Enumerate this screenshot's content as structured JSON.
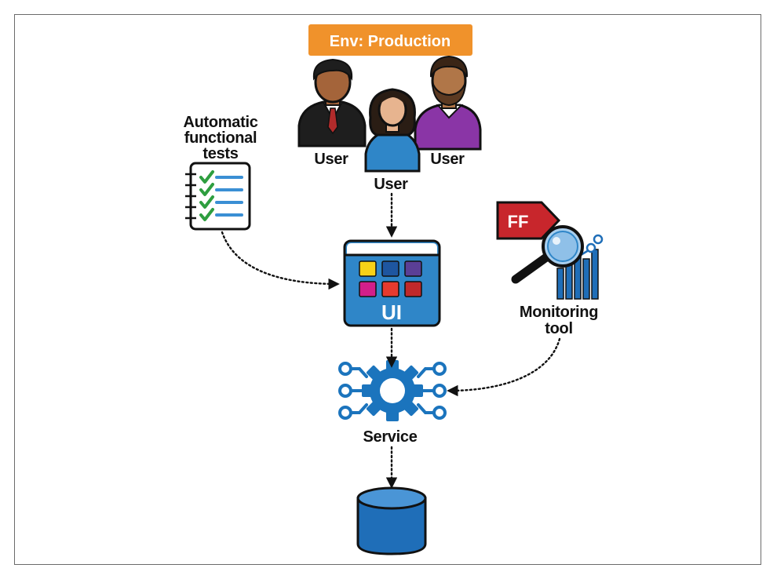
{
  "env_label": "Env: Production",
  "tests_label": [
    "Automatic",
    "functional",
    "tests"
  ],
  "users": [
    {
      "label": "User",
      "role": "man-in-suit"
    },
    {
      "label": "User",
      "role": "woman"
    },
    {
      "label": "User",
      "role": "bearded-man"
    }
  ],
  "ui_label": "UI",
  "ff_label": "FF",
  "monitoring_label": [
    "Monitoring",
    "tool"
  ],
  "service_label": "Service",
  "colors": {
    "env_badge": "#f0922b",
    "ui_blue": "#2f86c8",
    "service_blue": "#1b74bd",
    "database_blue": "#1f6eb8",
    "ff_red": "#c8262c",
    "check_green": "#2e9e3f",
    "tile_colors": [
      "#f7d117",
      "#1e56a0",
      "#5b3f96",
      "#d21f8a",
      "#e63a2f",
      "#c0292b"
    ]
  }
}
